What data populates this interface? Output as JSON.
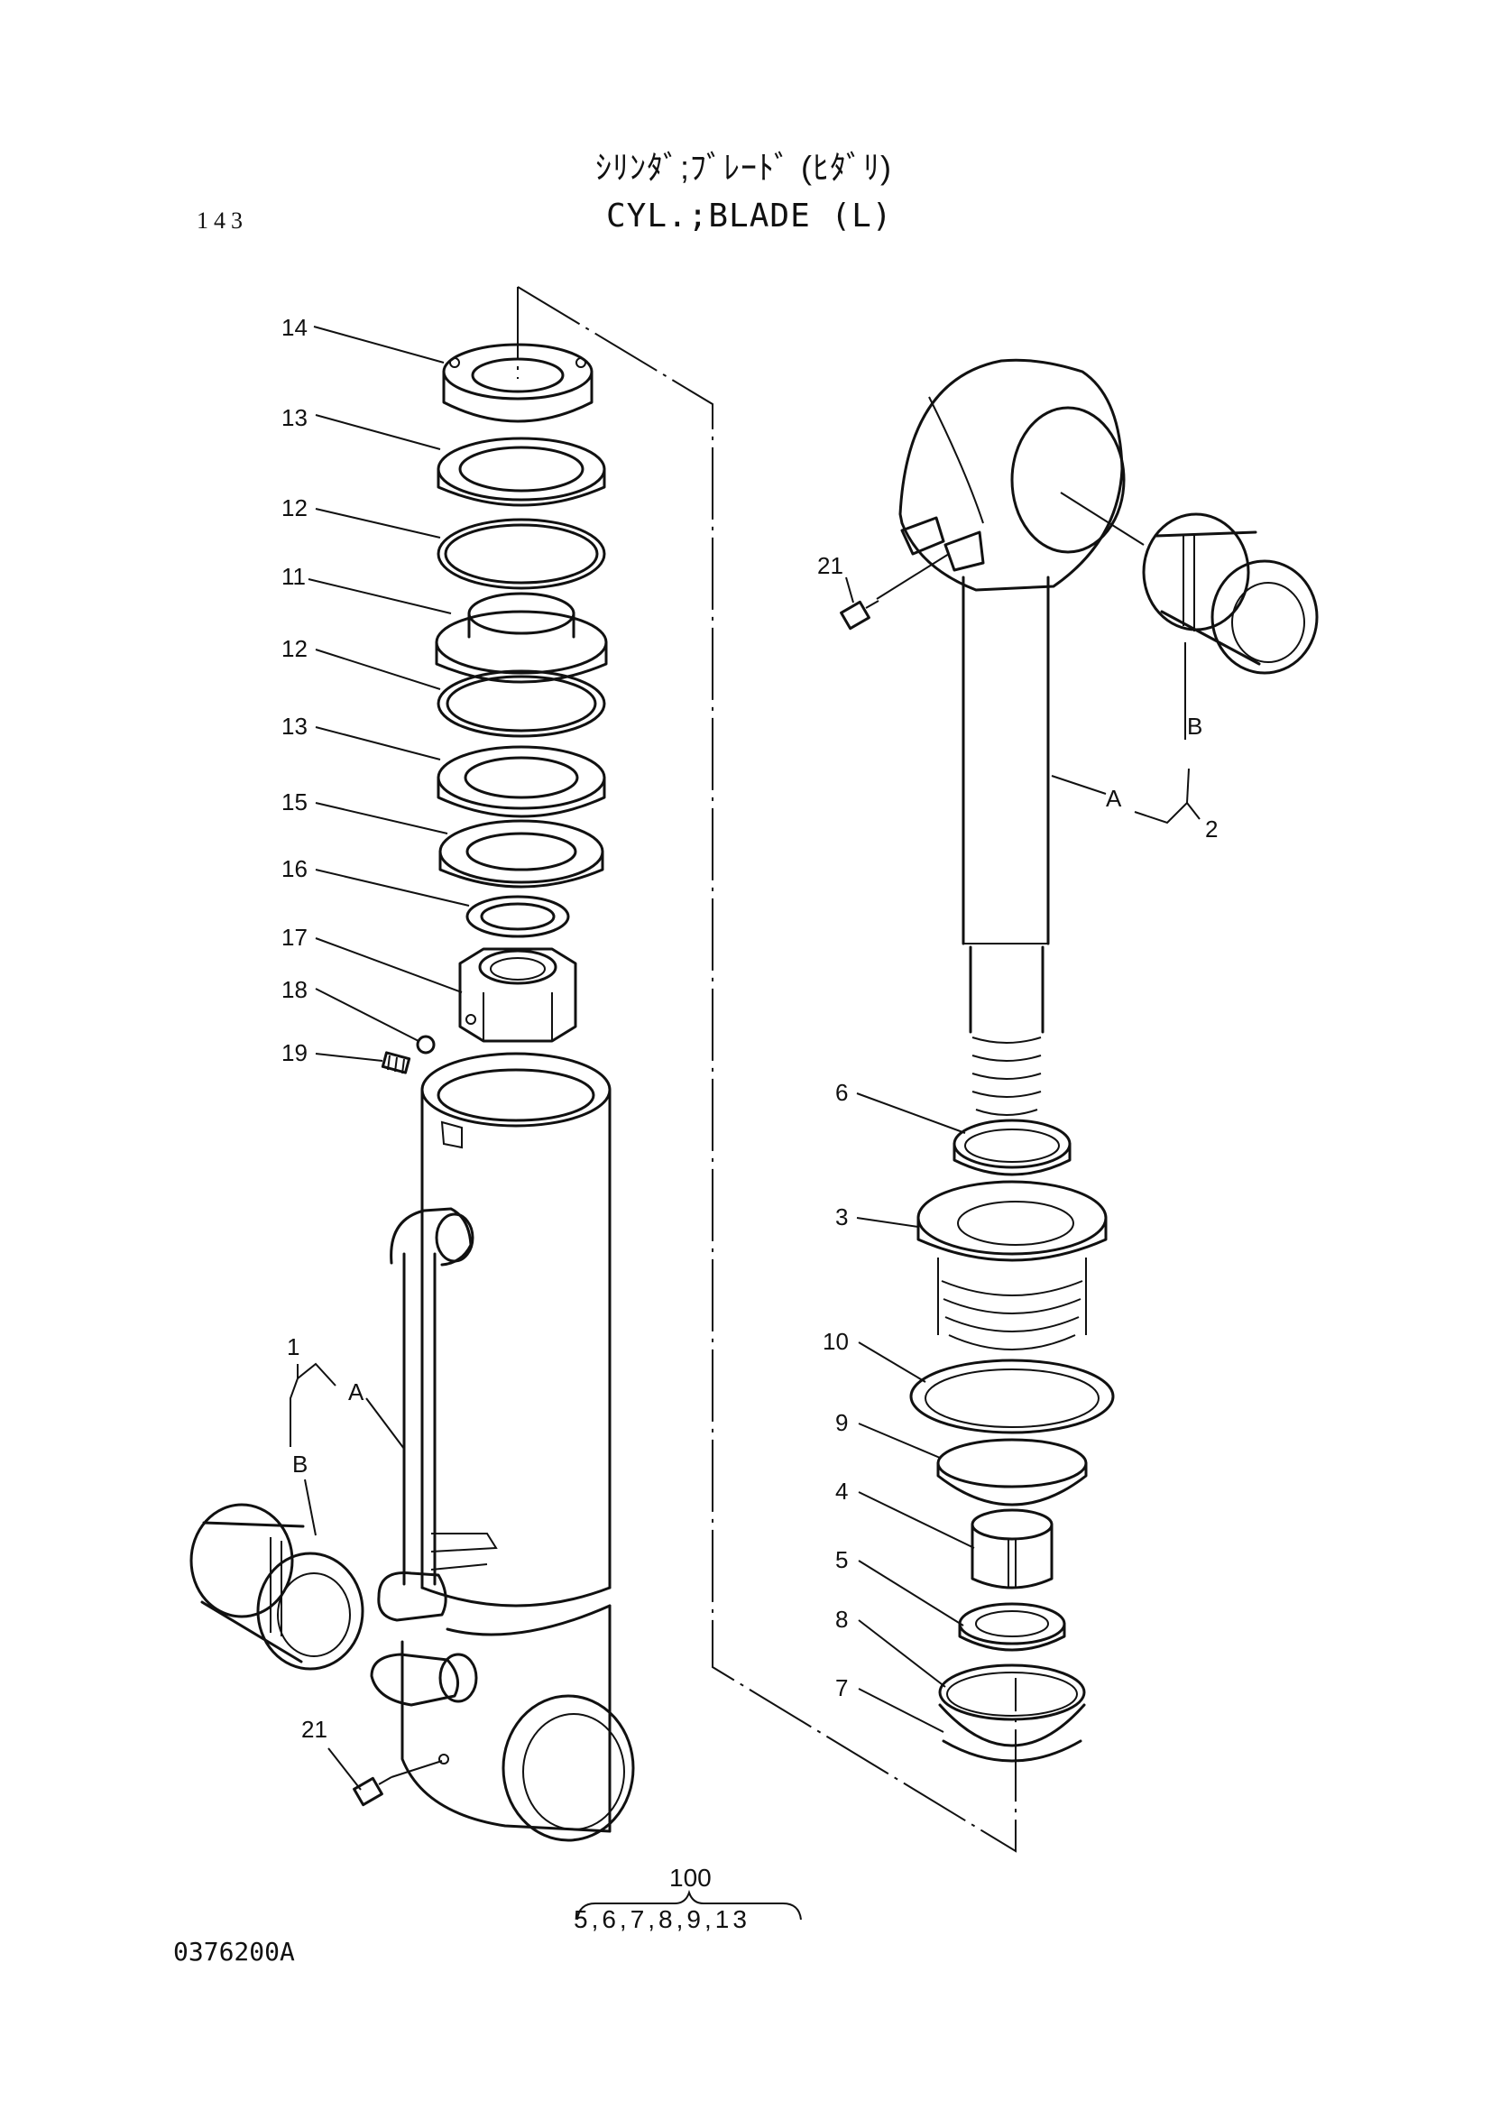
{
  "header": {
    "title_jp": "ｼﾘﾝﾀﾞ;ﾌﾞﾚｰﾄﾞ (ﾋﾀﾞﾘ)",
    "title_en": "CYL.;BLADE (L)",
    "page_number": "143"
  },
  "footer": {
    "drawing_number": "0376200A",
    "assembly_number": "100",
    "assembly_includes": "5,6,7,8,9,13"
  },
  "callouts": {
    "p14": "14",
    "p13a": "13",
    "p12a": "12",
    "p11": "11",
    "p12b": "12",
    "p13b": "13",
    "p15": "15",
    "p16": "16",
    "p17": "17",
    "p18": "18",
    "p19": "19",
    "p1": "1",
    "p1A": "A",
    "p1B": "B",
    "p21a": "21",
    "p21b": "21",
    "p2B": "B",
    "p2A": "A",
    "p2": "2",
    "p6": "6",
    "p3": "3",
    "p10": "10",
    "p9": "9",
    "p4": "4",
    "p5": "5",
    "p8": "8",
    "p7": "7"
  }
}
